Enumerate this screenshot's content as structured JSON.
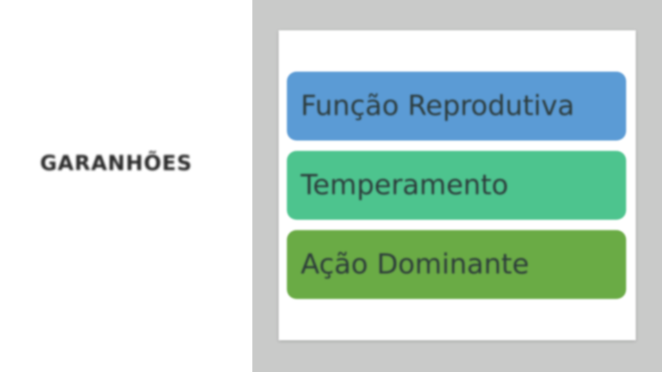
{
  "slide": {
    "title": "GARANHÕES"
  },
  "items": [
    {
      "label": "Função Reprodutiva",
      "color": "#5b9bd5"
    },
    {
      "label": "Temperamento",
      "color": "#4dc48e"
    },
    {
      "label": "Ação Dominante",
      "color": "#6aab45"
    }
  ]
}
